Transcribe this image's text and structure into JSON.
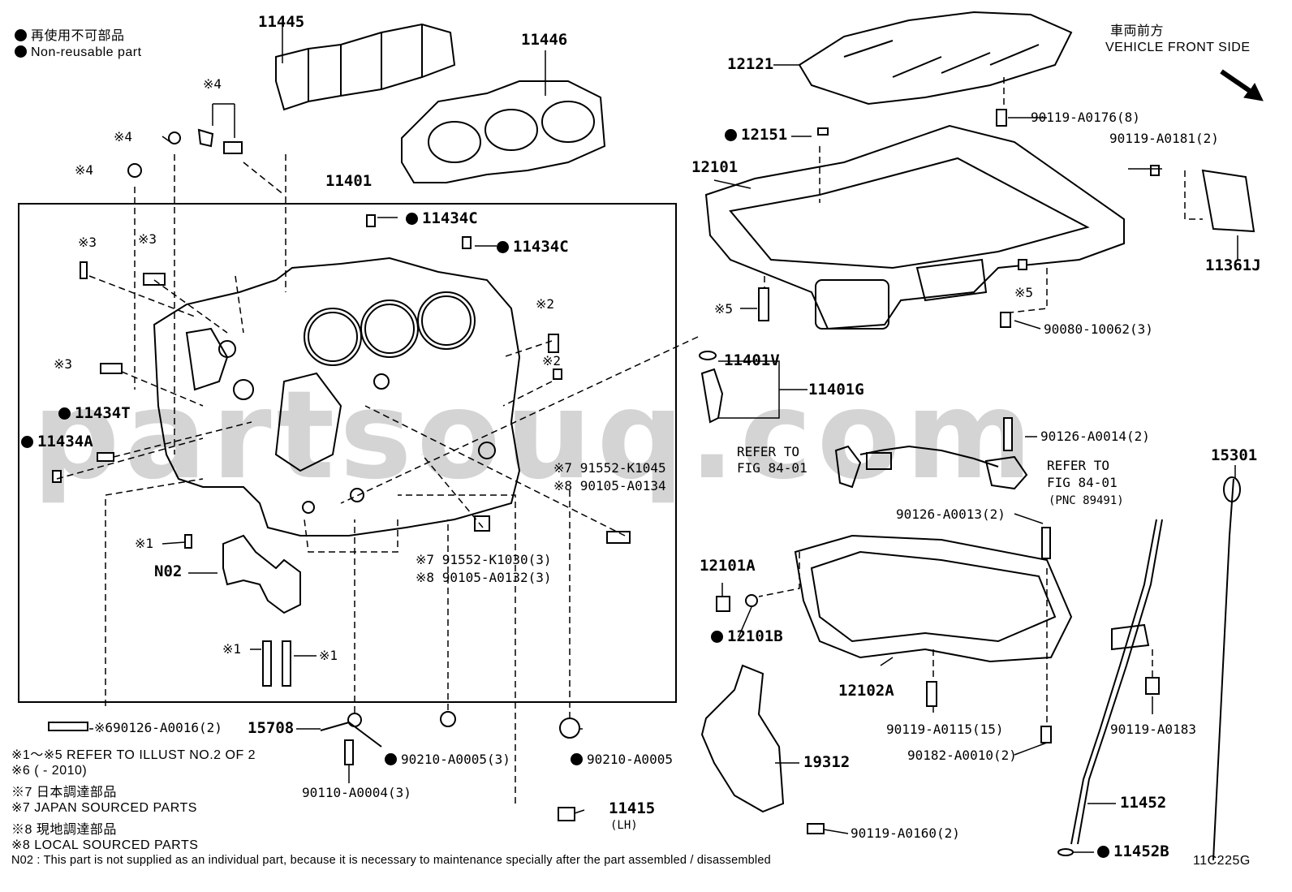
{
  "legend": {
    "jp": "再使用不可部品",
    "en": "Non-reusable part"
  },
  "front": {
    "jp": "車両前方",
    "en": "VEHICLE FRONT SIDE"
  },
  "watermark": "partsouq.com",
  "figure_id": "11C225G",
  "parts": {
    "p11445": "11445",
    "p11446": "11446",
    "p11401": "11401",
    "p11434c_a": "11434C",
    "p11434c_b": "11434C",
    "p11434t": "11434T",
    "p11434a": "11434A",
    "p12121": "12121",
    "p12151": "12151",
    "p12101": "12101",
    "p90119_a0176": "90119-A0176(8)",
    "p90119_a0181": "90119-A0181(2)",
    "p11361j": "11361J",
    "p90080": "90080-10062(3)",
    "p11401v": "11401V",
    "p11401g": "11401G",
    "p90126_a0014": "90126-A0014(2)",
    "refer1": "REFER TO",
    "fig1": "FIG 84-01",
    "refer2": "REFER TO",
    "fig2": "FIG 84-01",
    "pnc": "(PNC 89491)",
    "p15301": "15301",
    "k1045": "91552-K1045",
    "a0134": "90105-A0134",
    "k1030": "91552-K1030(3)",
    "a0132": "90105-A0132(3)",
    "n02": "N02",
    "p90126_a0013": "90126-A0013(2)",
    "p12101a": "12101A",
    "p12101b": "12101B",
    "p12102a": "12102A",
    "p90119_a0115": "90119-A0115(15)",
    "p90182": "90182-A0010(2)",
    "p90119_a0183": "90119-A0183",
    "p19312": "19312",
    "p11452": "11452",
    "p11452b": "11452B",
    "p90119_a0160": "90119-A0160(2)",
    "p15708": "15708",
    "p90110": "90110-A0004(3)",
    "p90210_3": "90210-A0005(3)",
    "p90210": "90210-A0005",
    "p11415": "11415",
    "lh": "(LH)",
    "p90126_a0016": "90126-A0016(2)"
  },
  "marks": {
    "m4a": "※4",
    "m4b": "※4",
    "m4c": "※4",
    "m3a": "※3",
    "m3b": "※3",
    "m3c": "※3",
    "m2a": "※2",
    "m2b": "※2",
    "m1a": "※1",
    "m1b": "※1",
    "m1c": "※1",
    "m5a": "※5",
    "m5b": "※5",
    "m7a": "※7",
    "m8a": "※8",
    "m7b": "※7",
    "m8b": "※8",
    "m6": "※6"
  },
  "notes": [
    "※1～※5 REFER TO ILLUST NO.2 OF 2",
    "※6 (        - 2010)",
    "※7 日本調達部品",
    "※7 JAPAN SOURCED PARTS",
    "※8 現地調達部品",
    "※8 LOCAL SOURCED PARTS"
  ],
  "footnote": "N02 : This part is not supplied as an individual part, because it is necessary to maintenance specially after the part assembled / disassembled"
}
